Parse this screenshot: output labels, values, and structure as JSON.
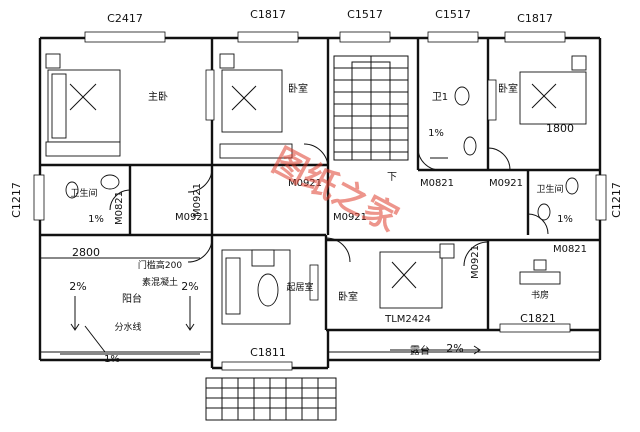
{
  "windows": {
    "c2417": "C2417",
    "c1817_a": "C1817",
    "c1517_a": "C1517",
    "c1517_b": "C1517",
    "c1817_b": "C1817",
    "c1217": "C1217",
    "c1217_b": "C1217",
    "c1811": "C1811",
    "c1821": "C1821"
  },
  "doors": {
    "m0921_master": "M0921",
    "m0921_bed2": "M0921",
    "m0821_wc1": "M0821",
    "m0921_bed3": "M0921",
    "m0821_bath_left": "M0821",
    "m0921_bath_left": "M0921",
    "m0921_center": "M0921",
    "m0921_study": "M0921",
    "m0821_bath_right": "M0821",
    "tlm2424": "TLM2424"
  },
  "rooms": {
    "master_bedroom": "主卧",
    "bedroom_2": "卧室",
    "bedroom_3": "卧室",
    "bedroom_4": "卧室",
    "bathroom_left": "卫生间",
    "bathroom_right": "卫生间",
    "wc1": "卫1",
    "balcony": "阳台",
    "living": "起居室",
    "study": "书房",
    "terrace": "露台",
    "stairs_down": "下"
  },
  "annotations": {
    "width_2800": "2800",
    "width_1800": "1800",
    "slope_balcony_a": "2%",
    "slope_balcony_b": "2%",
    "slope_terrace": "2%",
    "slope_1pct_a": "1%",
    "slope_1pct_b": "1%",
    "slope_1pct_c": "1%",
    "slope_1pct_d": "1%",
    "divider_line": "分水线",
    "threshold_note": "门槛高200",
    "concrete_note": "素混凝土"
  },
  "watermark": "图纸之家"
}
